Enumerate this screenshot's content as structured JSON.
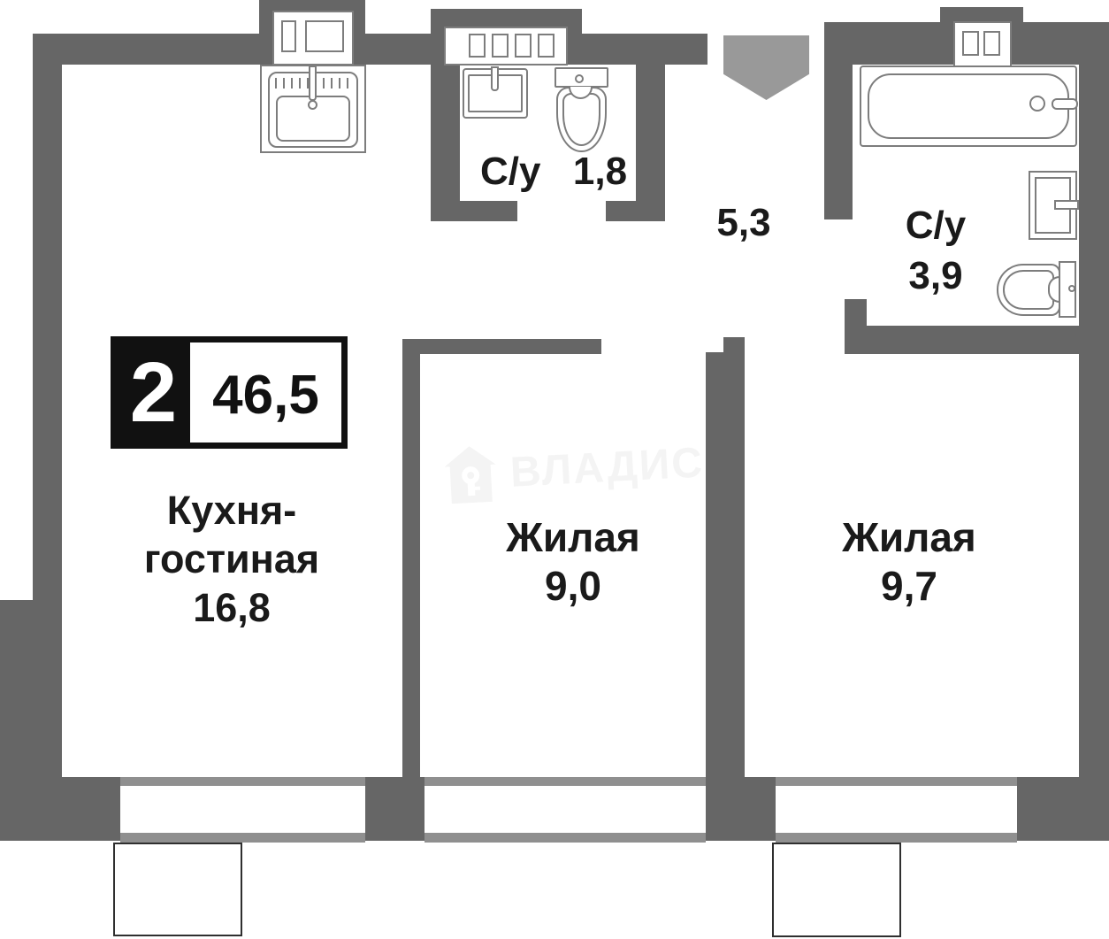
{
  "plan": {
    "badge": {
      "rooms_count": "2",
      "total_area": "46,5"
    },
    "rooms": {
      "kitchen": {
        "name_line1": "Кухня-",
        "name_line2": "гостиная",
        "area": "16,8"
      },
      "living_mid": {
        "name": "Жилая",
        "area": "9,0"
      },
      "living_right": {
        "name": "Жилая",
        "area": "9,7"
      },
      "bathroom_small": {
        "name": "С/у",
        "area": "1,8"
      },
      "bathroom_large": {
        "name": "С/у",
        "area": "3,9"
      },
      "hallway": {
        "area": "5,3"
      }
    },
    "watermark": {
      "brand": "ВЛАДИС"
    },
    "colors": {
      "wall": "#666666",
      "window_frame": "#8f8f8f",
      "entrance_marker": "#999999",
      "fixture_outline": "#7d7d7d",
      "label_text": "#1a1a1a",
      "badge_black": "#111111",
      "watermark": "#f4f4f4"
    }
  }
}
